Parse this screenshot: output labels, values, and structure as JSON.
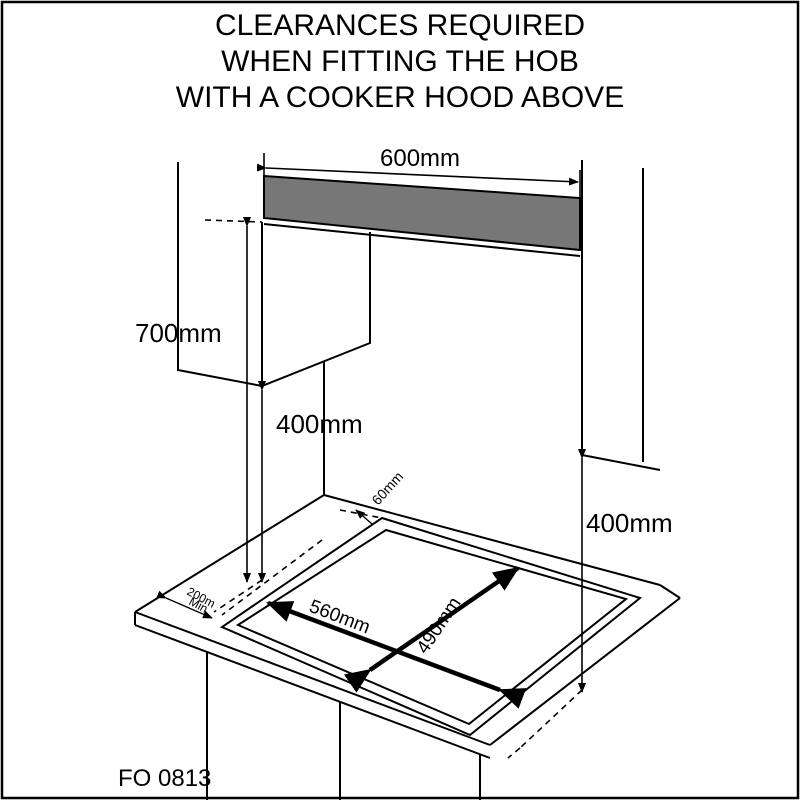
{
  "title_lines": [
    "CLEARANCES REQUIRED",
    "WHEN FITTING THE HOB",
    "WITH A COOKER HOOD ABOVE"
  ],
  "dimensions": {
    "hood_width": "600mm",
    "hob_to_cabinet": "700mm",
    "left_clearance": "400mm",
    "right_clearance": "400mm",
    "rear_gap": "60mm",
    "side_min_value": "200m",
    "side_min_note": "Min.",
    "hob_width": "560mm",
    "hob_depth": "490mm"
  },
  "reference_code": "FO 0813",
  "colors": {
    "line": "#000000",
    "hood_fill": "#777777",
    "background": "#ffffff"
  }
}
